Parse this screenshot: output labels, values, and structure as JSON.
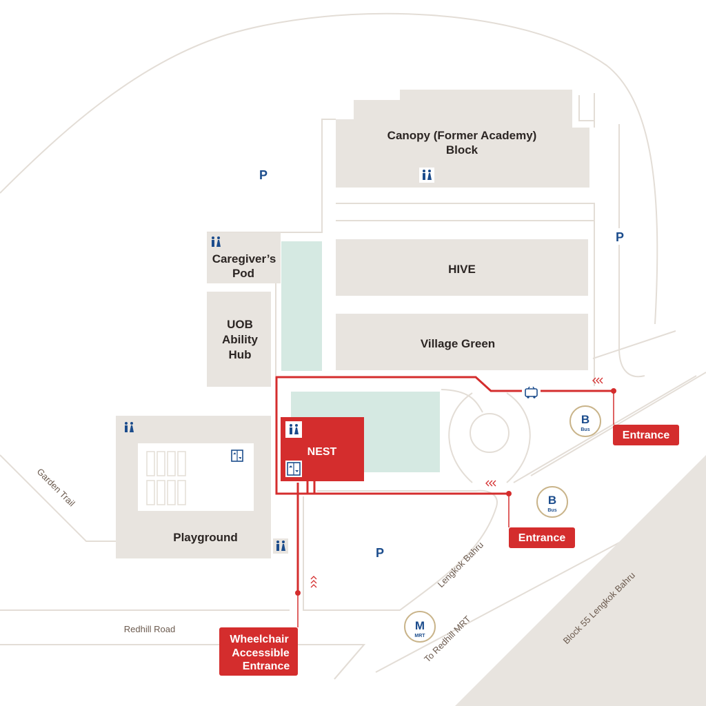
{
  "colors": {
    "background": "#ffffff",
    "building": "#e8e4df",
    "outline": "#e3ddd6",
    "pool": "#d5e9e2",
    "route": "#d42d2d",
    "icon_blue": "#1b4c8c",
    "ring_gold": "#c9b48a",
    "road_text": "#6b5a4e"
  },
  "buildings": {
    "canopy": "Canopy (Former Academy) Block",
    "caregiver": "Caregiver's Pod",
    "uob": "UOB Ability Hub",
    "hive": "HIVE",
    "village_green": "Village Green",
    "nest": "NEST",
    "playground": "Playground"
  },
  "roads": {
    "garden_trail": "Garden Trail",
    "redhill_road": "Redhill Road",
    "lengkok_bahru": "Lengkok Bahru",
    "to_redhill_mrt": "To Redhill MRT",
    "block55": "Block 55 Lengkok Bahru"
  },
  "entrances": {
    "east": "Entrance",
    "south": "Entrance",
    "wheelchair": "Wheelchair Accessible Entrance"
  },
  "icons": {
    "parking": "P",
    "bus": "B",
    "bus_sub": "Bus",
    "mrt": "M",
    "mrt_sub": "MRT",
    "toilet": "toilet-icon",
    "lift": "lift-icon",
    "taxi": "taxi-icon"
  }
}
